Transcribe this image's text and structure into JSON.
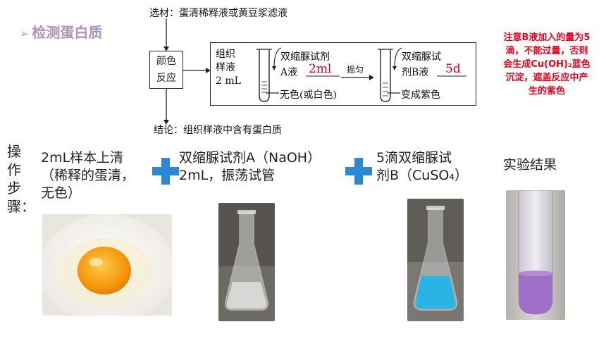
{
  "title": "检测蛋白质",
  "diagram": {
    "material": "选材：蛋清稀释液或黄豆浆滤液",
    "reaction_box": [
      "颜色",
      "反应"
    ],
    "sample": [
      "组织",
      "样液",
      "2 mL"
    ],
    "reagent_a": [
      "双缩脲试剂",
      "A液"
    ],
    "amount_a": "2ml",
    "shake": "摇匀",
    "reagent_b": [
      "双缩脲试",
      "剂B液"
    ],
    "amount_b": "5d",
    "colorless": "无色(或白色)",
    "purple": "变成紫色",
    "conclusion": "结论：组织样液中含有蛋白质"
  },
  "note": "注意B液加入的量为5滴，不能过量，否则会生成Cu(OH)₂蓝色沉淀，遮盖反应中产生的紫色",
  "steps_label": [
    "操",
    "作",
    "步",
    "骤："
  ],
  "step1": [
    "2mL样本上清",
    "（稀释的蛋清，",
    "无色）"
  ],
  "step2": [
    "双缩脲试剂A（NaOH）",
    "2mL，振荡试管"
  ],
  "step3": [
    "5滴双缩脲试",
    "剂B（CuSO₄）"
  ],
  "result_label": "实验结果",
  "colors": {
    "title": "#b38fbf",
    "note": "#e8001c",
    "plus": "#2e86d6",
    "purple": "#a070c8",
    "blue": "#2ab4e6"
  },
  "icons": [
    "triangle-bullet-icon",
    "plus-icon"
  ]
}
